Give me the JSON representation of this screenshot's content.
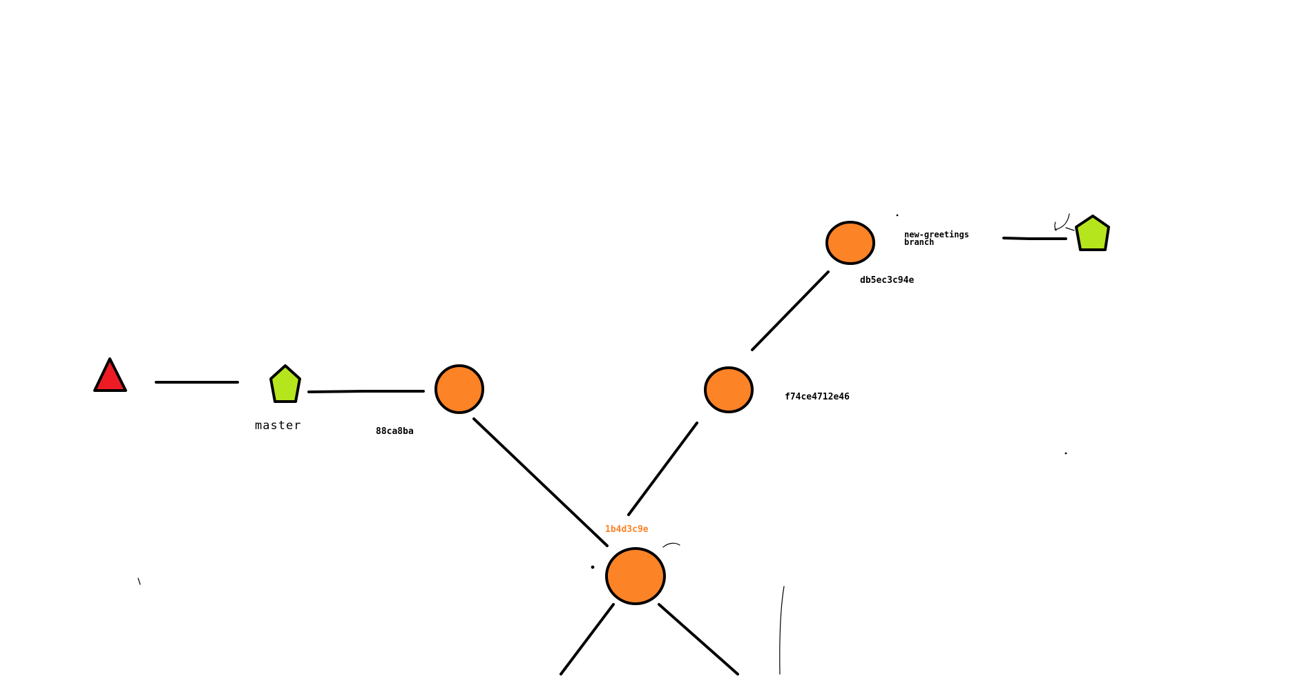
{
  "labels": {
    "master": "master",
    "commit_88ca8ba": "88ca8ba",
    "commit_1b4d3c9e": "1b4d3c9e",
    "commit_f74ce4712e46": "f74ce4712e46",
    "commit_db5ec3c94e": "db5ec3c94e",
    "branch_line1": "new-greetings",
    "branch_line2": "branch"
  },
  "colors": {
    "commit_fill": "#fd8327",
    "pointer_fill": "#b5e51d",
    "head_fill": "#ed1c24",
    "stroke": "#000000",
    "highlight_label": "#fd8327"
  },
  "icons": {
    "head": "red-triangle-icon",
    "branch_pointer": "green-pentagon-icon",
    "commit": "orange-circle-icon"
  }
}
